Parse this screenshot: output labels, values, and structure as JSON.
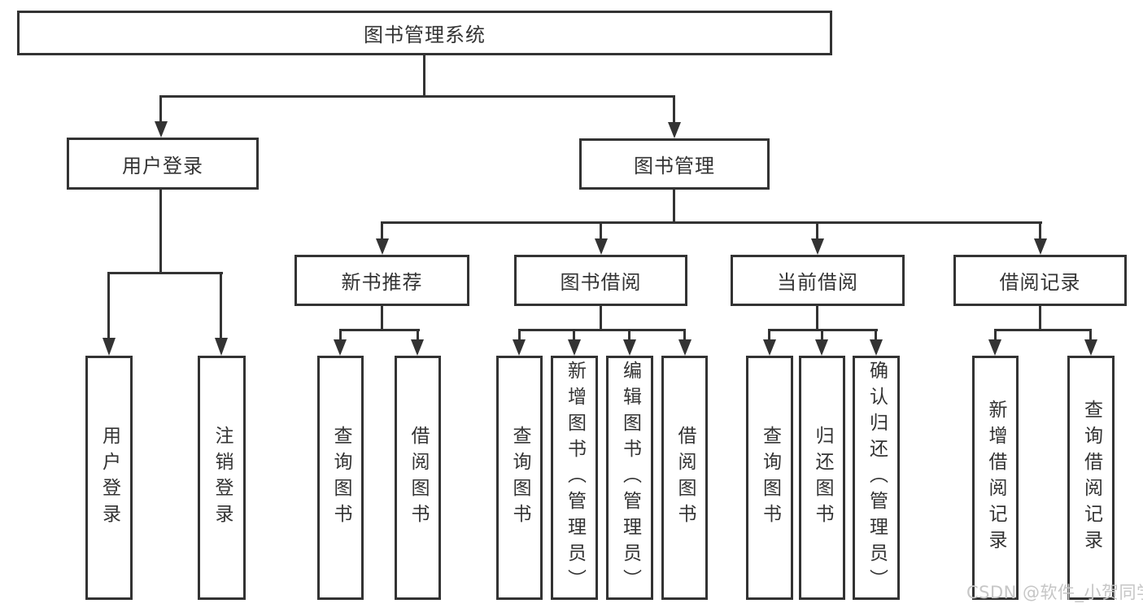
{
  "tree": {
    "root": {
      "label": "图书管理系统",
      "children": [
        {
          "label": "用户登录",
          "children": [
            {
              "label": "用户登录"
            },
            {
              "label": "注销登录"
            }
          ]
        },
        {
          "label": "图书管理",
          "children": [
            {
              "label": "新书推荐",
              "children": [
                {
                  "label": "查询图书"
                },
                {
                  "label": "借阅图书"
                }
              ]
            },
            {
              "label": "图书借阅",
              "children": [
                {
                  "label": "查询图书"
                },
                {
                  "label": "新增图书（管理员）"
                },
                {
                  "label": "编辑图书（管理员）"
                },
                {
                  "label": "借阅图书"
                }
              ]
            },
            {
              "label": "当前借阅",
              "children": [
                {
                  "label": "查询图书"
                },
                {
                  "label": "归还图书"
                },
                {
                  "label": "确认归还（管理员）"
                }
              ]
            },
            {
              "label": "借阅记录",
              "children": [
                {
                  "label": "新增借阅记录"
                },
                {
                  "label": "查询借阅记录"
                }
              ]
            }
          ]
        }
      ]
    }
  },
  "watermark": {
    "text": "CSDN @软件_小贺同学"
  },
  "colors": {
    "line": "#333333",
    "text": "#333333",
    "background": "#ffffff",
    "watermark": "#c6c6c6"
  }
}
